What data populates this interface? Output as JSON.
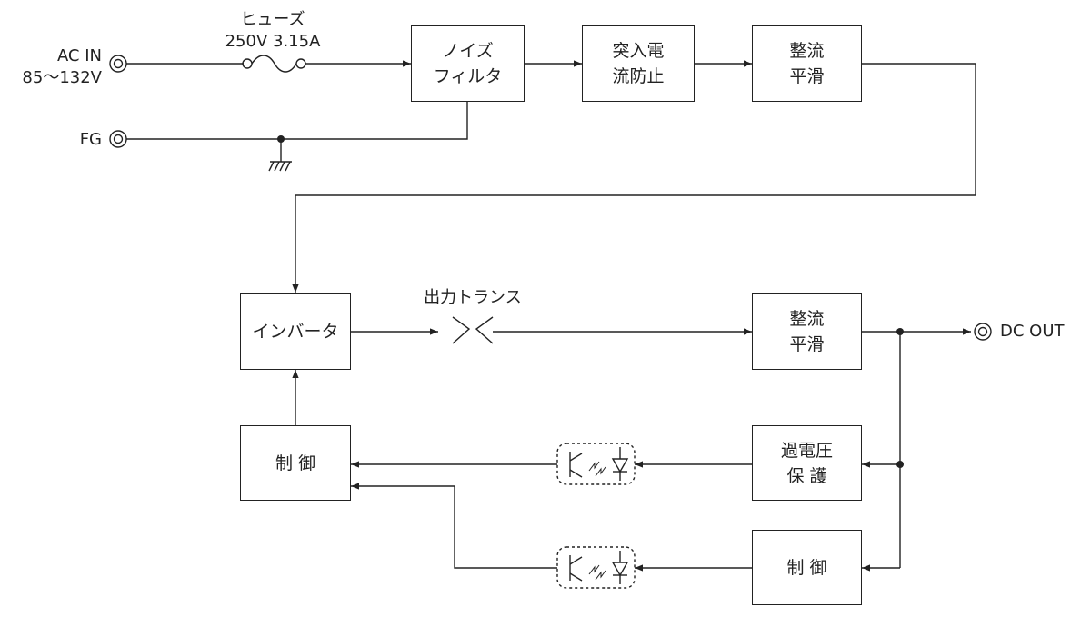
{
  "blocks": {
    "noise_filter": "ノイズ\nフィルタ",
    "inrush_prevention": "突入電\n流防止",
    "rect_smooth_1": "整流\n平滑",
    "inverter": "インバータ",
    "rect_smooth_2": "整流\n平滑",
    "control_left": "制 御",
    "overvoltage_protection": "過電圧\n保 護",
    "control_right": "制 御"
  },
  "terminals": {
    "ac_in": "AC IN\n85〜132V",
    "fg": "FG",
    "dc_out": "DC OUT"
  },
  "components": {
    "fuse": "ヒューズ\n250V 3.15A",
    "output_transformer": "出力トランス"
  }
}
